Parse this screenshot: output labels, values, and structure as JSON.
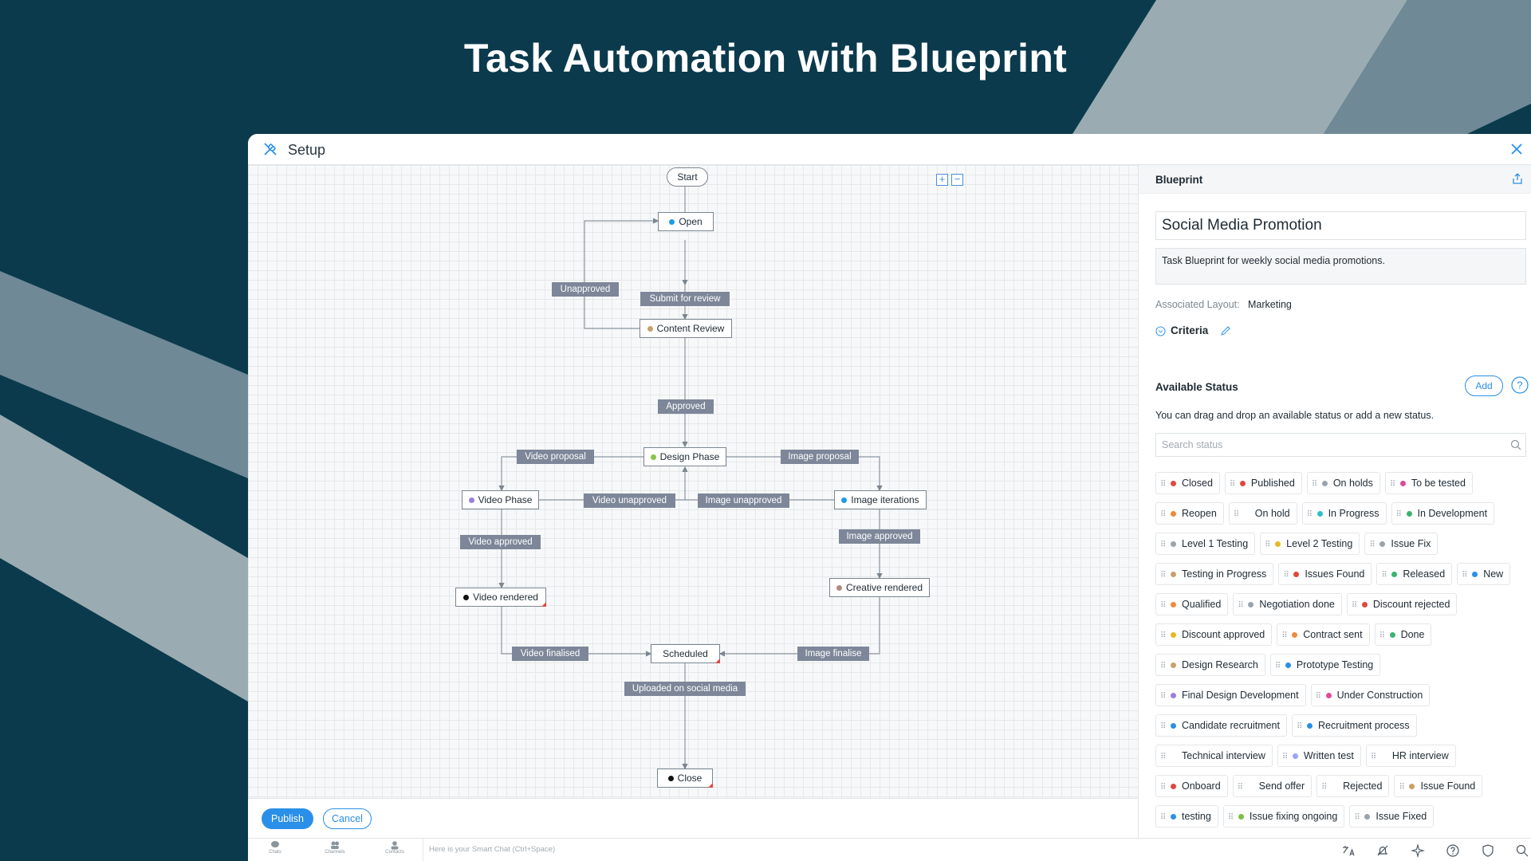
{
  "headline": "Task Automation with Blueprint",
  "window": {
    "title": "Setup"
  },
  "canvas": {
    "zoom_in": "+",
    "zoom_out": "−",
    "nodes": {
      "start": "Start",
      "open": "Open",
      "content_review": "Content Review",
      "design_phase": "Design Phase",
      "video_phase": "Video Phase",
      "image_iterations": "Image iterations",
      "video_rendered": "Video rendered",
      "creative_rendered": "Creative rendered",
      "scheduled": "Scheduled",
      "close": "Close"
    },
    "transitions": {
      "unapproved": "Unapproved",
      "submit_for_review": "Submit for review",
      "approved": "Approved",
      "video_proposal": "Video proposal",
      "image_proposal": "Image proposal",
      "video_unapproved": "Video unapproved",
      "image_unapproved": "Image unapproved",
      "video_approved": "Video approved",
      "image_approved": "Image approved",
      "video_finalised": "Video finalised",
      "image_finalise": "Image finalise",
      "uploaded": "Uploaded on social media"
    }
  },
  "footer": {
    "publish": "Publish",
    "cancel": "Cancel"
  },
  "panel": {
    "title": "Blueprint",
    "name": "Social Media Promotion",
    "description": "Task Blueprint for weekly social media promotions.",
    "associated_layout_label": "Associated Layout:",
    "associated_layout_value": "Marketing",
    "criteria": "Criteria",
    "available_status_title": "Available Status",
    "add": "Add",
    "help": "?",
    "available_status_desc": "You can drag and drop an available status or add a new status.",
    "search_placeholder": "Search status",
    "status_rows": [
      [
        {
          "label": "Closed",
          "color": "#e0483e"
        },
        {
          "label": "Published",
          "color": "#e0483e"
        },
        {
          "label": "On holds",
          "color": "#9aa3ab"
        },
        {
          "label": "To be tested",
          "color": "#e04a9a"
        }
      ],
      [
        {
          "label": "Reopen",
          "color": "#f08a3c"
        },
        {
          "label": "On hold",
          "color": ""
        },
        {
          "label": "In Progress",
          "color": "#2bc0c9"
        },
        {
          "label": "In Development",
          "color": "#3bb371"
        }
      ],
      [
        {
          "label": "Level 1 Testing",
          "color": "#9aa3ab"
        },
        {
          "label": "Level 2 Testing",
          "color": "#e8b820"
        },
        {
          "label": "Issue Fix",
          "color": "#9aa3ab"
        }
      ],
      [
        {
          "label": "Testing in Progress",
          "color": "#c9a06a"
        },
        {
          "label": "Issues Found",
          "color": "#e0483e"
        },
        {
          "label": "Released",
          "color": "#3bb371"
        },
        {
          "label": "New",
          "color": "#2a8fe8"
        }
      ],
      [
        {
          "label": "Qualified",
          "color": "#f08a3c"
        },
        {
          "label": "Negotiation done",
          "color": "#9aa3ab"
        },
        {
          "label": "Discount rejected",
          "color": "#e0483e"
        }
      ],
      [
        {
          "label": "Discount approved",
          "color": "#e8b820"
        },
        {
          "label": "Contract sent",
          "color": "#f08a3c"
        },
        {
          "label": "Done",
          "color": "#3bb371"
        }
      ],
      [
        {
          "label": "Design Research",
          "color": "#c9a06a"
        },
        {
          "label": "Prototype Testing",
          "color": "#2a8fe8"
        }
      ],
      [
        {
          "label": "Final Design Development",
          "color": "#9b7fe0"
        },
        {
          "label": "Under Construction",
          "color": "#e04a9a"
        }
      ],
      [
        {
          "label": "Candidate recruitment",
          "color": "#2a8fe8"
        },
        {
          "label": "Recruitment process",
          "color": "#2a8fe8"
        }
      ],
      [
        {
          "label": "Technical interview",
          "color": ""
        },
        {
          "label": "Written test",
          "color": "#9aa3ff"
        },
        {
          "label": "HR interview",
          "color": ""
        }
      ],
      [
        {
          "label": "Onboard",
          "color": "#e0483e"
        },
        {
          "label": "Send offer",
          "color": ""
        },
        {
          "label": "Rejected",
          "color": ""
        },
        {
          "label": "Issue Found",
          "color": "#c9a06a"
        }
      ],
      [
        {
          "label": "testing",
          "color": "#2a8fe8"
        },
        {
          "label": "Issue fixing ongoing",
          "color": "#7bc043"
        },
        {
          "label": "Issue Fixed",
          "color": "#9aa3ab"
        }
      ]
    ]
  },
  "bottom_bar": {
    "chats": "Chats",
    "channels": "Channels",
    "contacts": "Contacts",
    "smart_chat_placeholder": "Here is your Smart Chat (Ctrl+Space)"
  },
  "colors": {
    "brand_dark": "#0b3a4d",
    "accent_blue": "#2a8fe8",
    "transition_grey": "#7d8799",
    "node_dot_open": "#1e9be3",
    "node_dot_review": "#c9a06a",
    "node_dot_design": "#8bc34a",
    "node_dot_video": "#9b7fe0",
    "node_dot_image": "#1e9be3",
    "node_dot_video_rendered": "#111111",
    "node_dot_creative": "#b08a80",
    "node_dot_close": "#111111"
  }
}
